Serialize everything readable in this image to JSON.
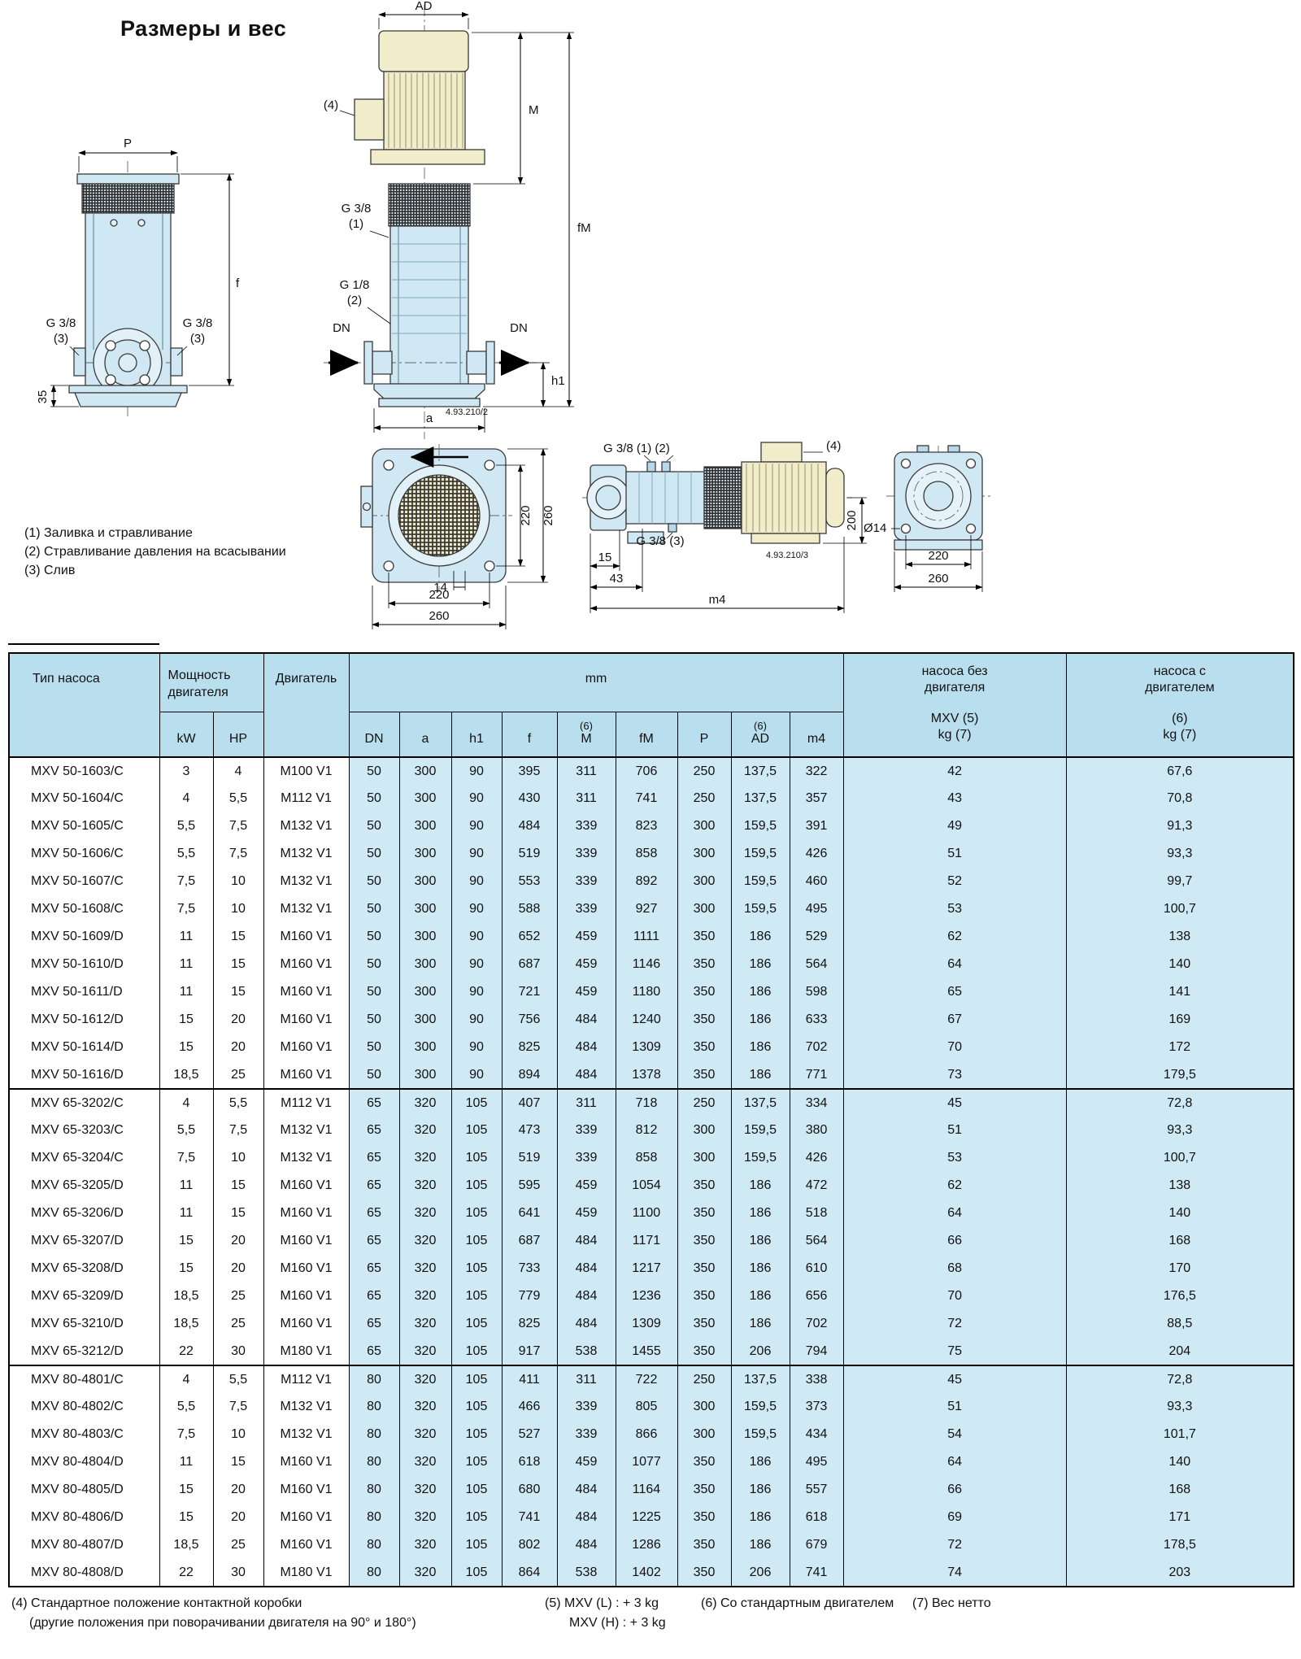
{
  "page": {
    "title": "Размеры и вес"
  },
  "top_notes": {
    "n1": "(1) Заливка и стравливание",
    "n2": "(2) Стравливание давления на всасывании",
    "n3": "(3) Слив"
  },
  "drawings": {
    "labels": {
      "p": "P",
      "f": "f",
      "d35": "35",
      "g38": "G 3/8",
      "g18": "G 1/8",
      "n1": "(1)",
      "n2": "(2)",
      "n3": "(3)",
      "n4": "(4)",
      "ad": "AD",
      "m": "M",
      "fm": "fM",
      "dn": "DN",
      "h1": "h1",
      "a": "a",
      "code2": "4.93.210/2",
      "code3": "4.93.210/3",
      "d220": "220",
      "d260": "260",
      "d14": "14",
      "g38_12": "G 3/8 (1) (2)",
      "g38_3": "G 3/8 (3)",
      "d15": "15",
      "d43": "43",
      "m4": "m4",
      "d200": "200",
      "dia14": "Ø14"
    }
  },
  "table": {
    "headers": {
      "type": "Тип насоса",
      "power1": "Мощность",
      "power2": "двигателя",
      "kw": "kW",
      "hp": "HP",
      "motor": "Двигатель",
      "mm": "mm",
      "sup6": "(6)",
      "dn": "DN",
      "a": "a",
      "h1": "h1",
      "f": "f",
      "m": "M",
      "fm": "fM",
      "p": "P",
      "ad": "AD",
      "m4": "m4",
      "nb1": "насоса без",
      "nb2": "двигателя",
      "nb3": "MXV (5)",
      "nb4": "kg (7)",
      "nc1": "насоса с",
      "nc2": "двигателем",
      "nc3": "(6)",
      "nc4": "kg (7)"
    },
    "groups": [
      {
        "rows": [
          [
            "MXV 50-1603/C",
            "3",
            "4",
            "M100 V1",
            "50",
            "300",
            "90",
            "395",
            "311",
            "706",
            "250",
            "137,5",
            "322",
            "42",
            "67,6"
          ],
          [
            "MXV 50-1604/C",
            "4",
            "5,5",
            "M112 V1",
            "50",
            "300",
            "90",
            "430",
            "311",
            "741",
            "250",
            "137,5",
            "357",
            "43",
            "70,8"
          ],
          [
            "MXV 50-1605/C",
            "5,5",
            "7,5",
            "M132 V1",
            "50",
            "300",
            "90",
            "484",
            "339",
            "823",
            "300",
            "159,5",
            "391",
            "49",
            "91,3"
          ],
          [
            "MXV 50-1606/C",
            "5,5",
            "7,5",
            "M132 V1",
            "50",
            "300",
            "90",
            "519",
            "339",
            "858",
            "300",
            "159,5",
            "426",
            "51",
            "93,3"
          ],
          [
            "MXV 50-1607/C",
            "7,5",
            "10",
            "M132 V1",
            "50",
            "300",
            "90",
            "553",
            "339",
            "892",
            "300",
            "159,5",
            "460",
            "52",
            "99,7"
          ],
          [
            "MXV 50-1608/C",
            "7,5",
            "10",
            "M132 V1",
            "50",
            "300",
            "90",
            "588",
            "339",
            "927",
            "300",
            "159,5",
            "495",
            "53",
            "100,7"
          ],
          [
            "MXV 50-1609/D",
            "11",
            "15",
            "M160 V1",
            "50",
            "300",
            "90",
            "652",
            "459",
            "1111",
            "350",
            "186",
            "529",
            "62",
            "138"
          ],
          [
            "MXV 50-1610/D",
            "11",
            "15",
            "M160 V1",
            "50",
            "300",
            "90",
            "687",
            "459",
            "1146",
            "350",
            "186",
            "564",
            "64",
            "140"
          ],
          [
            "MXV 50-1611/D",
            "11",
            "15",
            "M160 V1",
            "50",
            "300",
            "90",
            "721",
            "459",
            "1180",
            "350",
            "186",
            "598",
            "65",
            "141"
          ],
          [
            "MXV 50-1612/D",
            "15",
            "20",
            "M160 V1",
            "50",
            "300",
            "90",
            "756",
            "484",
            "1240",
            "350",
            "186",
            "633",
            "67",
            "169"
          ],
          [
            "MXV 50-1614/D",
            "15",
            "20",
            "M160 V1",
            "50",
            "300",
            "90",
            "825",
            "484",
            "1309",
            "350",
            "186",
            "702",
            "70",
            "172"
          ],
          [
            "MXV 50-1616/D",
            "18,5",
            "25",
            "M160 V1",
            "50",
            "300",
            "90",
            "894",
            "484",
            "1378",
            "350",
            "186",
            "771",
            "73",
            "179,5"
          ]
        ]
      },
      {
        "rows": [
          [
            "MXV 65-3202/C",
            "4",
            "5,5",
            "M112 V1",
            "65",
            "320",
            "105",
            "407",
            "311",
            "718",
            "250",
            "137,5",
            "334",
            "45",
            "72,8"
          ],
          [
            "MXV 65-3203/C",
            "5,5",
            "7,5",
            "M132 V1",
            "65",
            "320",
            "105",
            "473",
            "339",
            "812",
            "300",
            "159,5",
            "380",
            "51",
            "93,3"
          ],
          [
            "MXV 65-3204/C",
            "7,5",
            "10",
            "M132 V1",
            "65",
            "320",
            "105",
            "519",
            "339",
            "858",
            "300",
            "159,5",
            "426",
            "53",
            "100,7"
          ],
          [
            "MXV 65-3205/D",
            "11",
            "15",
            "M160 V1",
            "65",
            "320",
            "105",
            "595",
            "459",
            "1054",
            "350",
            "186",
            "472",
            "62",
            "138"
          ],
          [
            "MXV 65-3206/D",
            "11",
            "15",
            "M160 V1",
            "65",
            "320",
            "105",
            "641",
            "459",
            "1100",
            "350",
            "186",
            "518",
            "64",
            "140"
          ],
          [
            "MXV 65-3207/D",
            "15",
            "20",
            "M160 V1",
            "65",
            "320",
            "105",
            "687",
            "484",
            "1171",
            "350",
            "186",
            "564",
            "66",
            "168"
          ],
          [
            "MXV 65-3208/D",
            "15",
            "20",
            "M160 V1",
            "65",
            "320",
            "105",
            "733",
            "484",
            "1217",
            "350",
            "186",
            "610",
            "68",
            "170"
          ],
          [
            "MXV 65-3209/D",
            "18,5",
            "25",
            "M160 V1",
            "65",
            "320",
            "105",
            "779",
            "484",
            "1236",
            "350",
            "186",
            "656",
            "70",
            "176,5"
          ],
          [
            "MXV 65-3210/D",
            "18,5",
            "25",
            "M160 V1",
            "65",
            "320",
            "105",
            "825",
            "484",
            "1309",
            "350",
            "186",
            "702",
            "72",
            "88,5"
          ],
          [
            "MXV 65-3212/D",
            "22",
            "30",
            "M180 V1",
            "65",
            "320",
            "105",
            "917",
            "538",
            "1455",
            "350",
            "206",
            "794",
            "75",
            "204"
          ]
        ]
      },
      {
        "rows": [
          [
            "MXV 80-4801/C",
            "4",
            "5,5",
            "M112 V1",
            "80",
            "320",
            "105",
            "411",
            "311",
            "722",
            "250",
            "137,5",
            "338",
            "45",
            "72,8"
          ],
          [
            "MXV 80-4802/C",
            "5,5",
            "7,5",
            "M132 V1",
            "80",
            "320",
            "105",
            "466",
            "339",
            "805",
            "300",
            "159,5",
            "373",
            "51",
            "93,3"
          ],
          [
            "MXV 80-4803/C",
            "7,5",
            "10",
            "M132 V1",
            "80",
            "320",
            "105",
            "527",
            "339",
            "866",
            "300",
            "159,5",
            "434",
            "54",
            "101,7"
          ],
          [
            "MXV 80-4804/D",
            "11",
            "15",
            "M160 V1",
            "80",
            "320",
            "105",
            "618",
            "459",
            "1077",
            "350",
            "186",
            "495",
            "64",
            "140"
          ],
          [
            "MXV 80-4805/D",
            "15",
            "20",
            "M160 V1",
            "80",
            "320",
            "105",
            "680",
            "484",
            "1164",
            "350",
            "186",
            "557",
            "66",
            "168"
          ],
          [
            "MXV 80-4806/D",
            "15",
            "20",
            "M160 V1",
            "80",
            "320",
            "105",
            "741",
            "484",
            "1225",
            "350",
            "186",
            "618",
            "69",
            "171"
          ],
          [
            "MXV 80-4807/D",
            "18,5",
            "25",
            "M160 V1",
            "80",
            "320",
            "105",
            "802",
            "484",
            "1286",
            "350",
            "186",
            "679",
            "72",
            "178,5"
          ],
          [
            "MXV 80-4808/D",
            "22",
            "30",
            "M180 V1",
            "80",
            "320",
            "105",
            "864",
            "538",
            "1402",
            "350",
            "206",
            "741",
            "74",
            "203"
          ]
        ]
      }
    ]
  },
  "footnotes": {
    "f4_1": "(4) Стандартное положение контактной коробки",
    "f4_2": "(другие положения при поворачивании двигателя на 90° и 180°)",
    "f5_1": "(5) MXV (L) : + 3 kg",
    "f5_2": "MXV (H) : + 3 kg",
    "f6": "(6) Со стандартным двигателем",
    "f7": "(7) Вес нетто"
  }
}
